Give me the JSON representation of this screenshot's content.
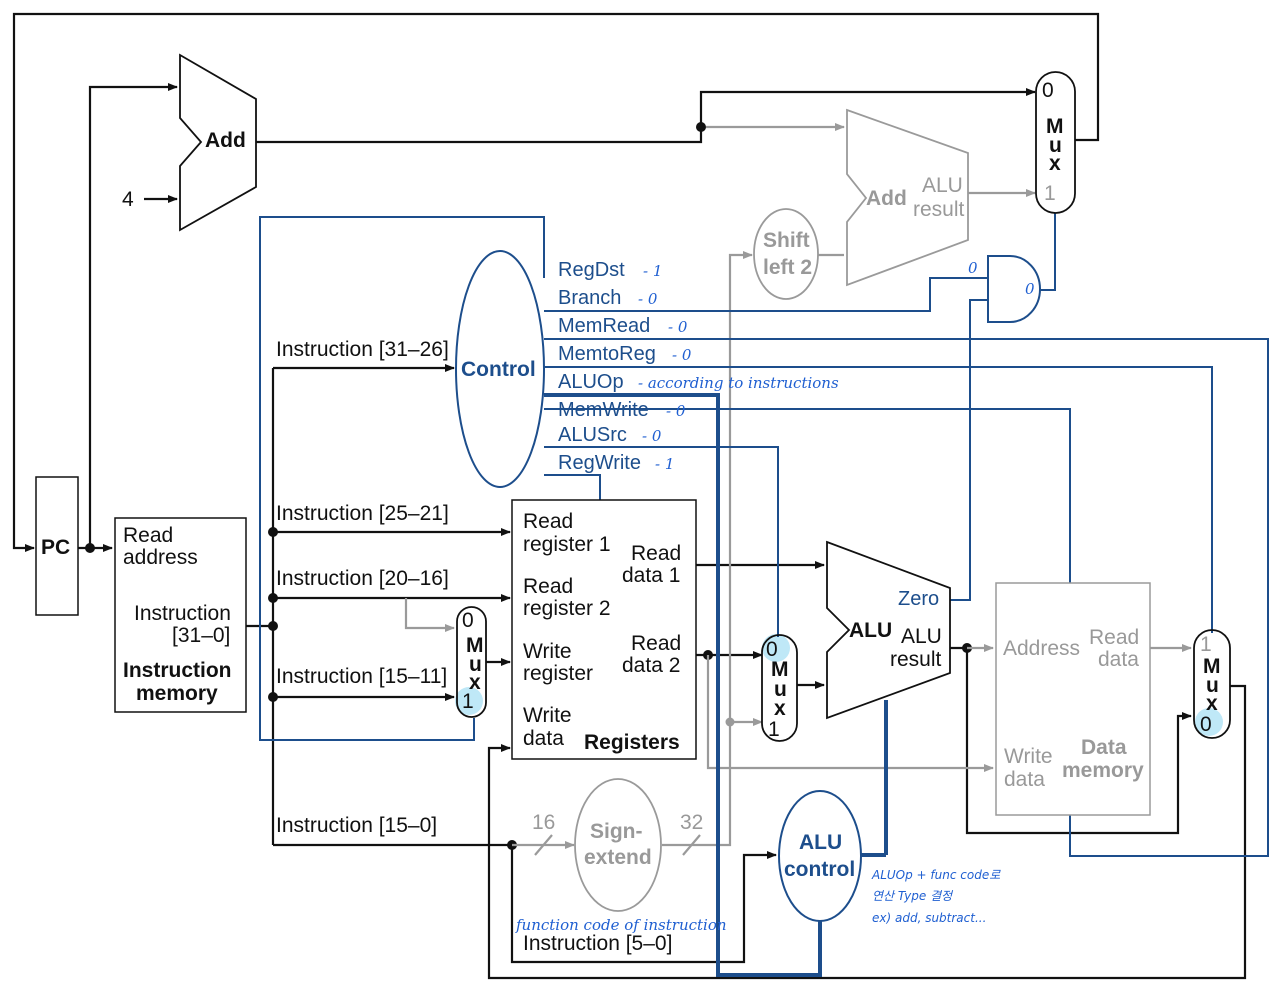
{
  "components": {
    "pc": "PC",
    "add_top": "Add",
    "four": "4",
    "add_branch": "Add",
    "alu_result_1": "ALU",
    "alu_result_2": "result",
    "shift_1": "Shift",
    "shift_2": "left 2",
    "control": "Control",
    "mux_top": [
      "0",
      "M",
      "u",
      "x",
      "1"
    ],
    "mux_reg": [
      "0",
      "M",
      "u",
      "x",
      "1"
    ],
    "mux_alu": [
      "0",
      "M",
      "u",
      "x",
      "1"
    ],
    "mux_mem": [
      "1",
      "M",
      "u",
      "x",
      "0"
    ],
    "imem": {
      "read_address_1": "Read",
      "read_address_2": "address",
      "instruction_1": "Instruction",
      "instruction_2": "[31–0]",
      "title_1": "Instruction",
      "title_2": "memory"
    },
    "registers": {
      "rr1_a": "Read",
      "rr1_b": "register 1",
      "rr2_a": "Read",
      "rr2_b": "register 2",
      "wr_a": "Write",
      "wr_b": "register",
      "wd_a": "Write",
      "wd_b": "data",
      "rd1_a": "Read",
      "rd1_b": "data 1",
      "rd2_a": "Read",
      "rd2_b": "data 2",
      "title": "Registers"
    },
    "alu": {
      "name": "ALU",
      "zero": "Zero",
      "res_a": "ALU",
      "res_b": "result"
    },
    "dmem": {
      "address": "Address",
      "rd_a": "Read",
      "rd_b": "data",
      "wd_a": "Write",
      "wd_b": "data",
      "title_a": "Data",
      "title_b": "memory"
    },
    "sign_extend": {
      "a": "Sign-",
      "b": "extend",
      "in_bits": "16",
      "out_bits": "32"
    },
    "alu_control": {
      "a": "ALU",
      "b": "control"
    }
  },
  "instruction_fields": {
    "f31_26": "Instruction [31–26]",
    "f25_21": "Instruction [25–21]",
    "f20_16": "Instruction [20–16]",
    "f15_11": "Instruction [15–11]",
    "f15_0": "Instruction [15–0]",
    "f5_0": "Instruction [5–0]"
  },
  "control_signals": [
    {
      "name": "RegDst",
      "note": "- 1"
    },
    {
      "name": "Branch",
      "note": "- 0"
    },
    {
      "name": "MemRead",
      "note": "- 0"
    },
    {
      "name": "MemtoReg",
      "note": "- 0"
    },
    {
      "name": "ALUOp",
      "note": "- according to instructions"
    },
    {
      "name": "MemWrite",
      "note": "- 0"
    },
    {
      "name": "ALUSrc",
      "note": "- 0"
    },
    {
      "name": "RegWrite",
      "note": "- 1"
    }
  ],
  "annotations": {
    "and_in": "0",
    "and_out": "0",
    "function_code": "function code of instruction",
    "alu_note_1": "ALUOp + func code로",
    "alu_note_2": "연산 Type 결정",
    "alu_note_3": "ex) add, subtract..."
  }
}
